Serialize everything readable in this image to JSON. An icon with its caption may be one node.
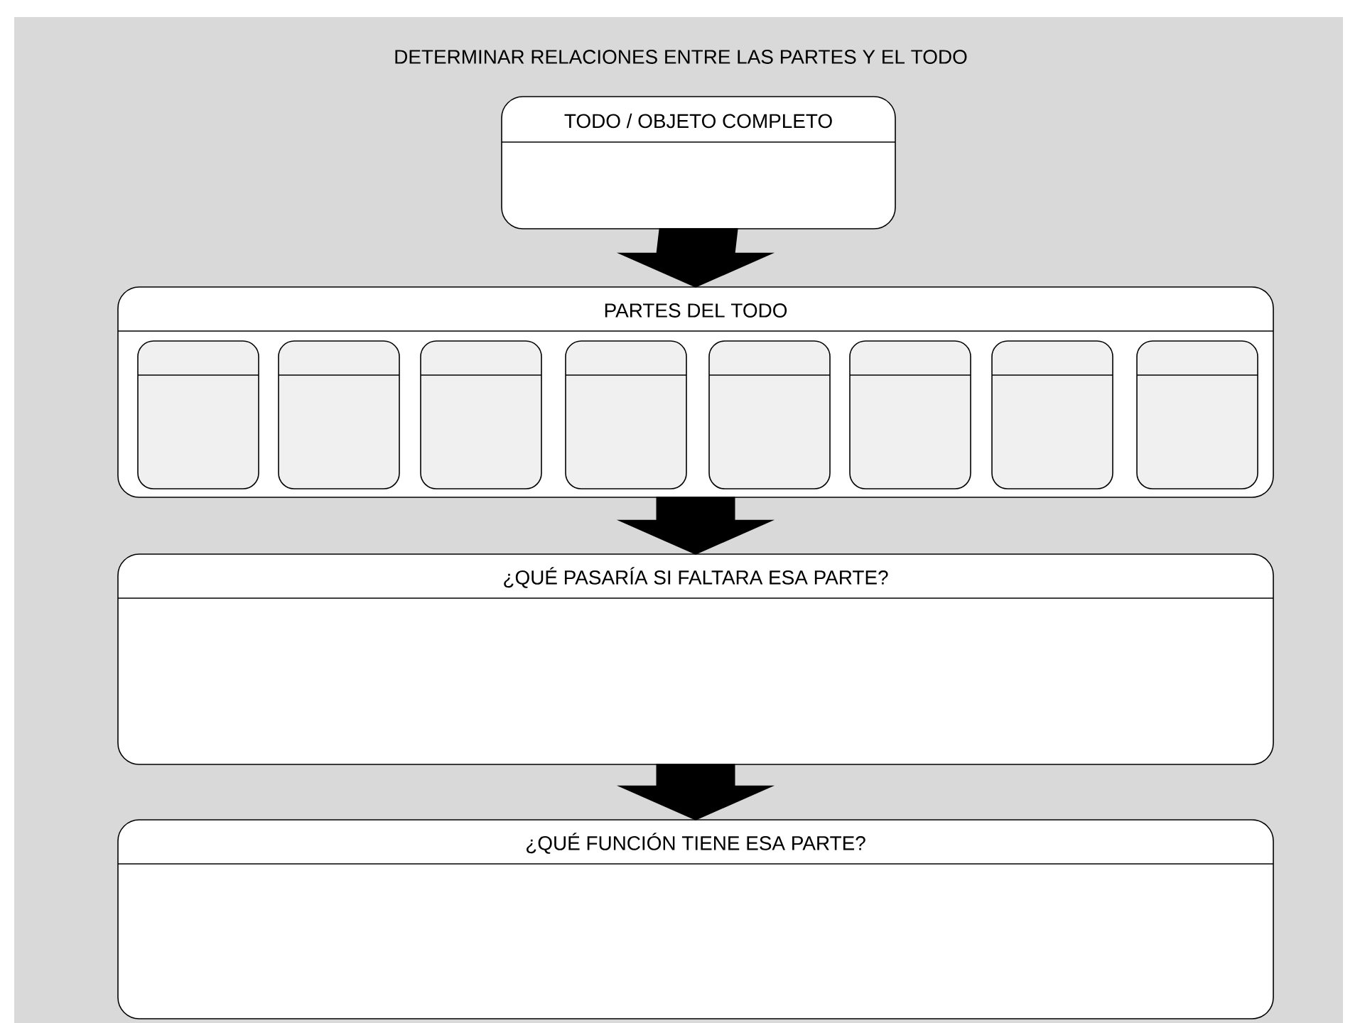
{
  "diagram": {
    "title": "DETERMINAR RELACIONES ENTRE LAS PARTES Y EL TODO",
    "nodes": [
      {
        "text": [
          "TODO / OBJETO COMPLETO"
        ]
      },
      {
        "text": [
          "PARTES DEL TODO"
        ]
      },
      {
        "text": [],
        "shape": "box",
        "in": 1
      },
      {
        "text": [],
        "shape": "box",
        "in": 1
      },
      {
        "text": [],
        "shape": "box",
        "in": 1
      },
      {
        "text": [],
        "shape": "box",
        "in": 1
      },
      {
        "text": [],
        "shape": "box",
        "in": 1
      },
      {
        "text": [],
        "shape": "box",
        "in": 1
      },
      {
        "text": [],
        "shape": "box",
        "in": 1
      },
      {
        "text": [],
        "shape": "box",
        "in": 1
      },
      {
        "text": [
          "¿QUÉ PASARÍA SI FALTARA ESA PARTE?"
        ]
      },
      {
        "text": [
          "¿QUÉ FUNCIÓN TIENE ESA PARTE?"
        ]
      }
    ],
    "edges": [
      {
        "from": 0,
        "to": 1,
        "arrow": "to",
        "style": "thick"
      },
      {
        "from": 1,
        "to": 10,
        "arrow": "to",
        "style": "thick"
      },
      {
        "from": 10,
        "to": 11,
        "arrow": "to",
        "style": "thick"
      }
    ]
  }
}
